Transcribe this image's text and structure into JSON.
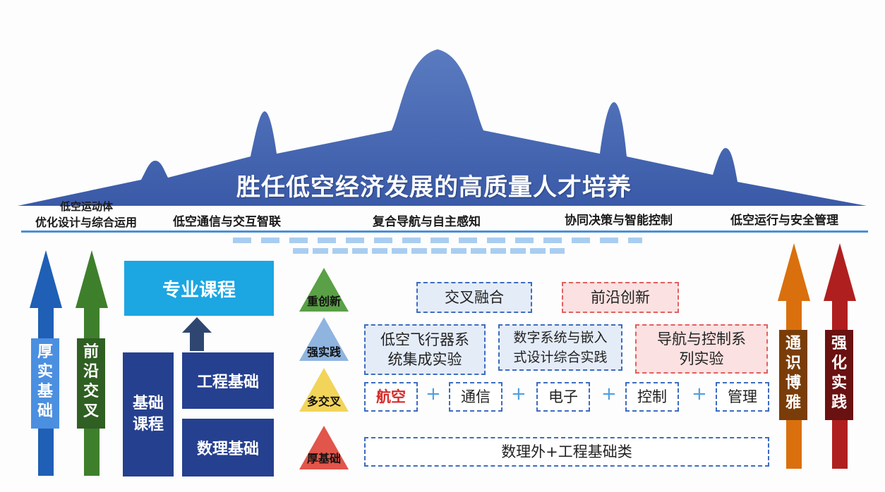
{
  "banner": "胜任低空经济发展的高质量人才培养",
  "directions": [
    "低空运动体",
    "优化设计与综合运用",
    "低空通信与交互智联",
    "复合导航与自主感知",
    "协同决策与智能控制",
    "低空运行与安全管理"
  ],
  "left_arrows": [
    {
      "label": "厚实基础",
      "color": "#1f5fb5"
    },
    {
      "label": "前沿交叉",
      "color": "#3e7f2c"
    }
  ],
  "right_arrows": [
    {
      "label": "通识博雅",
      "color": "#d9700d"
    },
    {
      "label": "强化实践",
      "color": "#b01f1f"
    }
  ],
  "courses": {
    "professional": "专业课程",
    "basic": "基础课程",
    "engineering": "工程基础",
    "math_physics": "数理基础"
  },
  "levels": [
    {
      "label": "重创新",
      "color": "#5aa046"
    },
    {
      "label": "强实践",
      "color": "#8fb4e0"
    },
    {
      "label": "多交叉",
      "color": "#f2d45a"
    },
    {
      "label": "厚基础",
      "color": "#e2554b"
    }
  ],
  "innovation": [
    "交叉融合",
    "前沿创新"
  ],
  "practice": [
    "低空飞行器系统集成实验",
    "数字系统与嵌入式设计综合实践",
    "导航与控制系列实验"
  ],
  "practice_lines": [
    [
      "低空飞行器系",
      "统集成实验"
    ],
    [
      "数字系统与嵌入",
      "式设计综合实践"
    ],
    [
      "导航与控制系",
      "列实验"
    ]
  ],
  "cross": [
    "航空",
    "通信",
    "电子",
    "控制",
    "管理"
  ],
  "plus": "+",
  "foundation": "数理外+工程基础类"
}
